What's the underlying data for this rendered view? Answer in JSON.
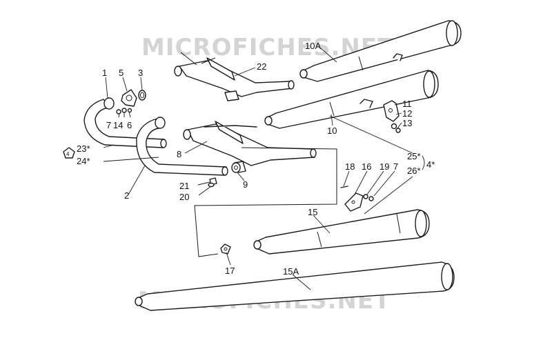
{
  "watermarks": [
    "MICROFICHES.NET",
    "MICROFICHES.NET"
  ],
  "labels": {
    "l1": "1",
    "l2": "2",
    "l3": "3",
    "l4": "4*",
    "l4box": "4",
    "l5": "5",
    "l6": "6",
    "l7a": "7",
    "l7b": "7",
    "l8": "8",
    "l9": "9",
    "l10": "10",
    "l10A": "10A",
    "l11": "11",
    "l12": "12",
    "l13": "13",
    "l14": "14",
    "l15": "15",
    "l15A": "15A",
    "l16": "16",
    "l17": "17",
    "l18": "18",
    "l19": "19",
    "l20": "20",
    "l21": "21",
    "l22": "22",
    "l23": "23*",
    "l24": "24*",
    "l25": "25*",
    "l26": "26*"
  }
}
